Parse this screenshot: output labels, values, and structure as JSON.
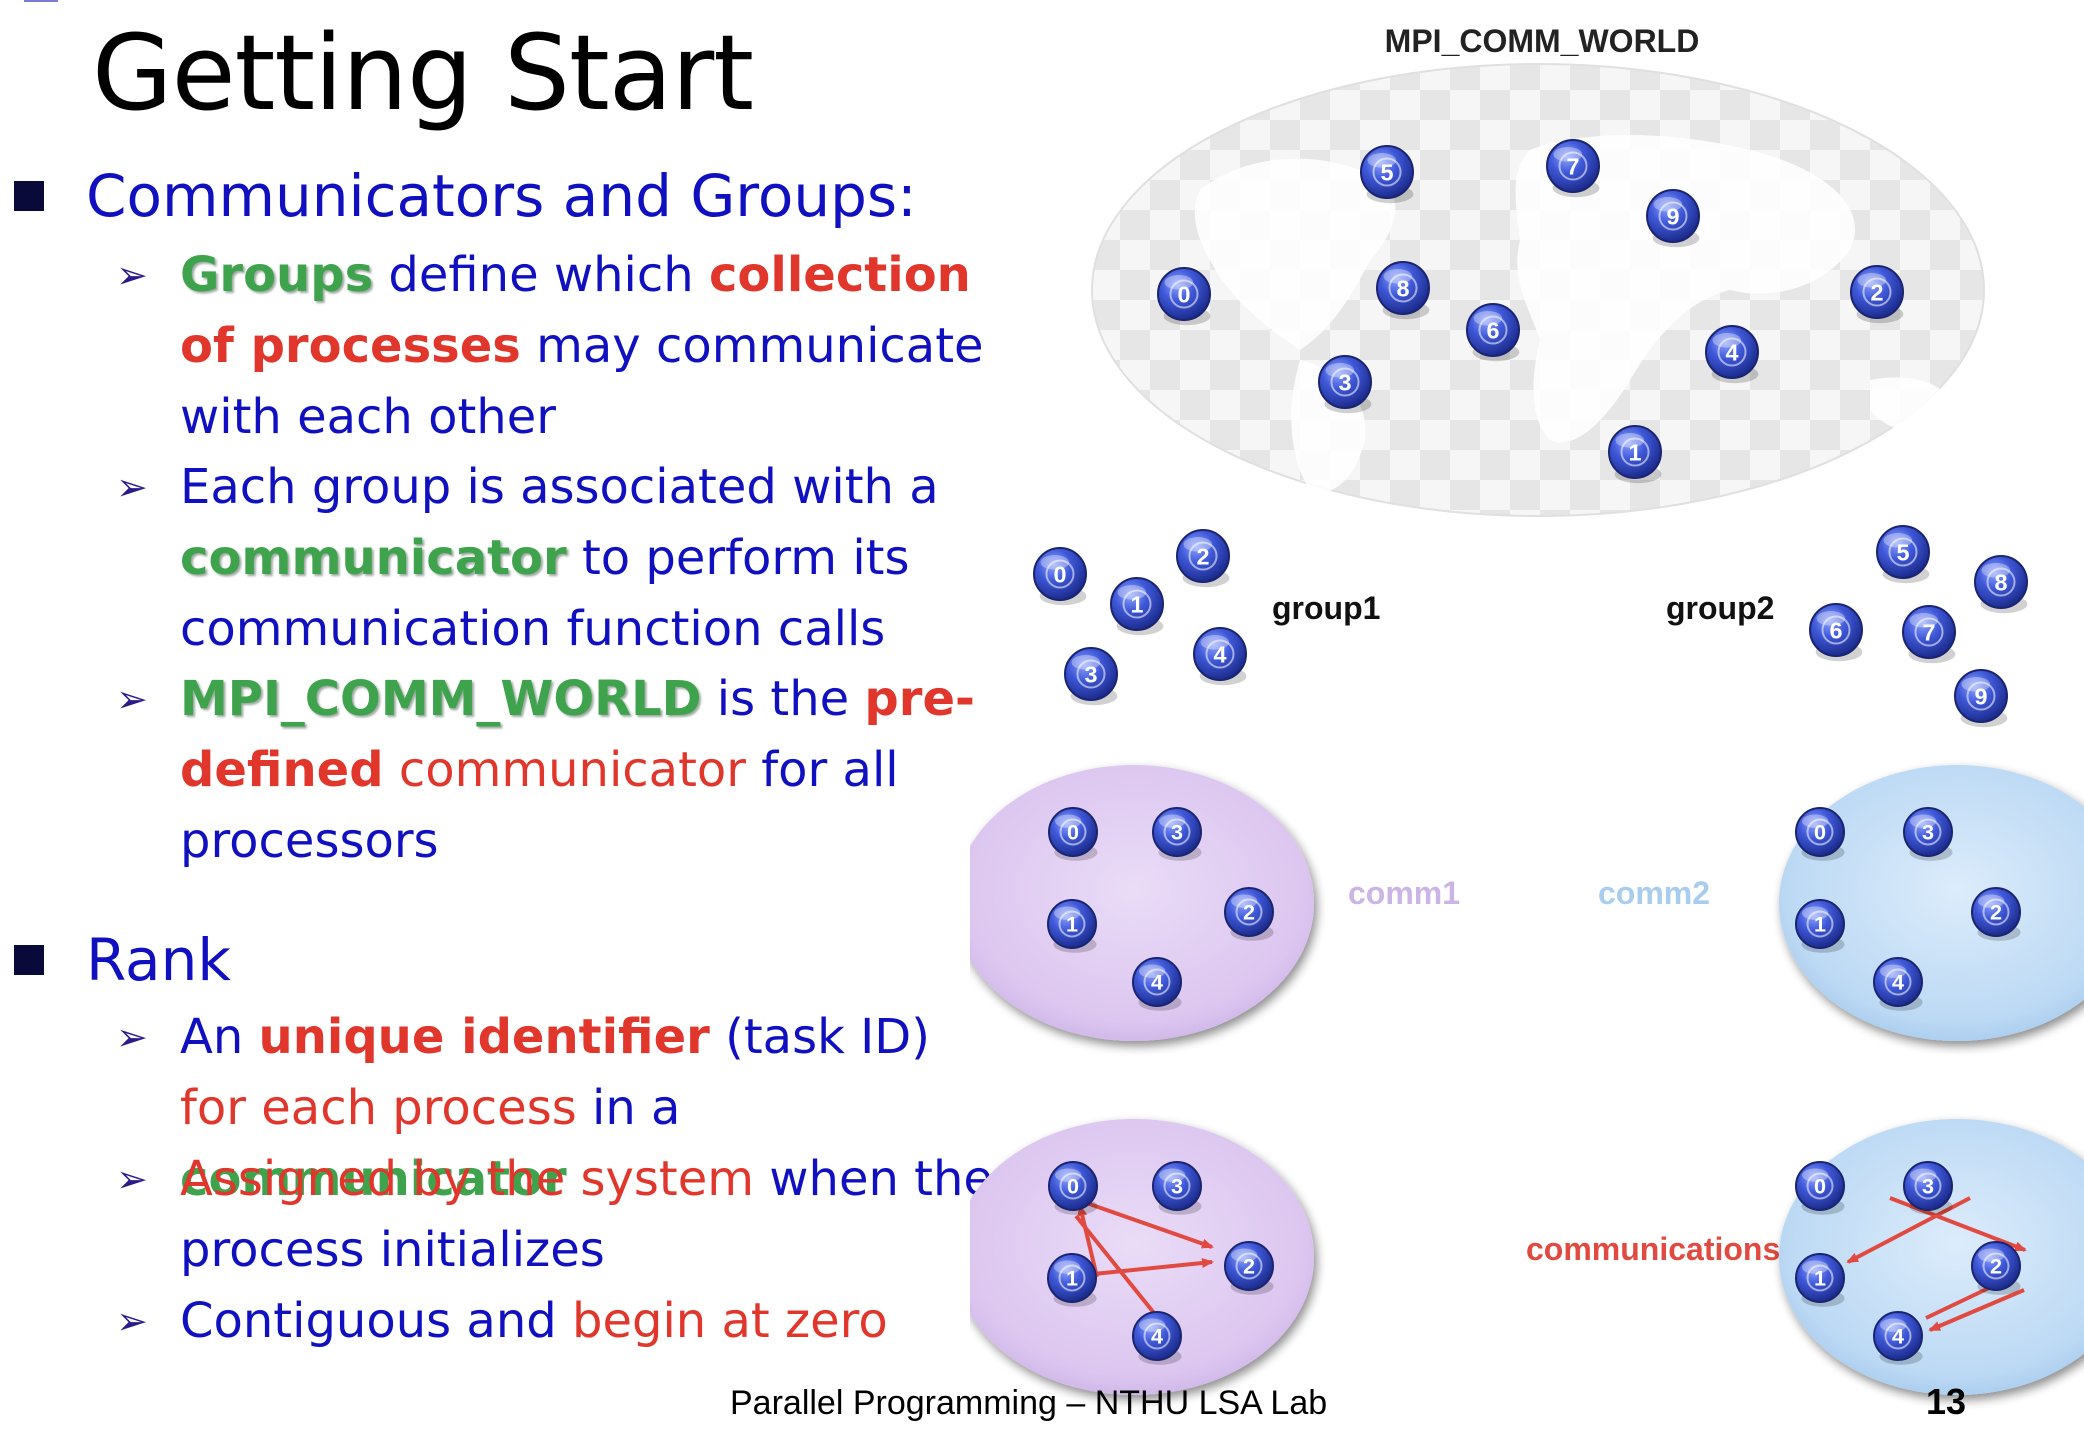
{
  "slide": {
    "title": "Getting Start",
    "sections": [
      {
        "heading": "Communicators and Groups:",
        "items": [
          [
            {
              "t": "Groups",
              "s": "g"
            },
            {
              "t": " define which ",
              "s": ""
            },
            {
              "t": "collection of processes",
              "s": "r"
            },
            {
              "t": " may communicate with each other",
              "s": ""
            }
          ],
          [
            {
              "t": "Each group is associated with  a ",
              "s": ""
            },
            {
              "t": "communicator",
              "s": "g"
            },
            {
              "t": " to perform its communication function calls",
              "s": ""
            }
          ],
          [
            {
              "t": "MPI_COMM_WORLD",
              "s": "g"
            },
            {
              "t": " is the ",
              "s": ""
            },
            {
              "t": "pre-defined",
              "s": "r"
            },
            {
              "t": " communicator",
              "s": "rn"
            },
            {
              "t": " for all processors",
              "s": ""
            }
          ]
        ]
      },
      {
        "heading": "Rank",
        "items": [
          [
            {
              "t": "An ",
              "s": ""
            },
            {
              "t": "unique identifier",
              "s": "r"
            },
            {
              "t": " (task ID) ",
              "s": ""
            },
            {
              "t": "for each process",
              "s": "rn"
            },
            {
              "t": " in a ",
              "s": ""
            },
            {
              "t": "communicator",
              "s": "gn"
            }
          ],
          [
            {
              "t": "Assigned by the system",
              "s": "rn"
            },
            {
              "t": " when the process initializes",
              "s": ""
            }
          ],
          [
            {
              "t": "Contiguous and ",
              "s": ""
            },
            {
              "t": "begin at zero",
              "s": "rn"
            }
          ]
        ]
      }
    ],
    "footer": "Parallel Programming – NTHU LSA Lab",
    "page_number": "13"
  },
  "diagram": {
    "world_label": "MPI_COMM_WORLD",
    "world_ranks": [
      "5",
      "7",
      "9",
      "0",
      "8",
      "6",
      "2",
      "4",
      "3",
      "1"
    ],
    "group1_label": "group1",
    "group1_ranks": [
      "0",
      "2",
      "1",
      "4",
      "3"
    ],
    "group2_label": "group2",
    "group2_ranks": [
      "5",
      "8",
      "6",
      "7",
      "9"
    ],
    "comm1_label": "comm1",
    "comm2_label": "comm2",
    "comm_ranks": [
      "0",
      "3",
      "2",
      "1",
      "4"
    ],
    "communications_label": "communications",
    "colors": {
      "node": "#2f45c8",
      "comm1_fill": "#dcc6f0",
      "comm2_fill": "#bcd9f4",
      "comm1_label": "#cbb4e6",
      "comm2_label": "#a9cdee",
      "arrow": "#e04a40",
      "communications_label": "#e04a40"
    }
  }
}
